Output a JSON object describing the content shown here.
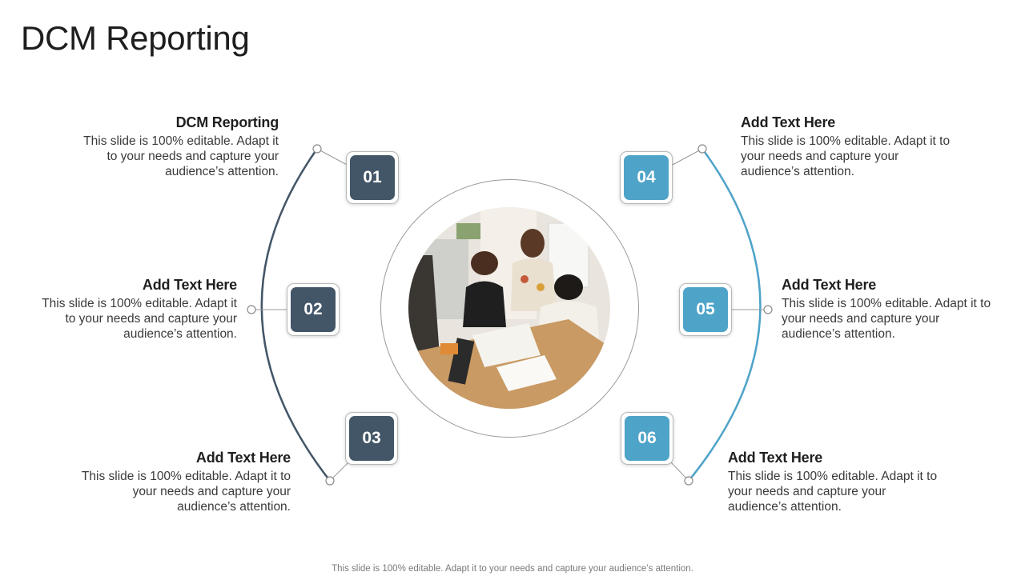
{
  "title": "DCM Reporting",
  "colors": {
    "dark": "#435668",
    "light": "#4ea3c8"
  },
  "items": [
    {
      "num": "01",
      "heading": "DCM Reporting",
      "body": "This slide is 100% editable. Adapt it to your needs and capture your audience’s attention."
    },
    {
      "num": "02",
      "heading": "Add Text Here",
      "body": "This slide is 100% editable. Adapt it to your needs and capture your audience’s attention."
    },
    {
      "num": "03",
      "heading": "Add Text Here",
      "body": "This slide is 100% editable. Adapt it to your needs and capture your audience’s attention."
    },
    {
      "num": "04",
      "heading": "Add Text Here",
      "body": "This slide is 100% editable. Adapt it to your needs and capture your audience’s attention."
    },
    {
      "num": "05",
      "heading": "Add Text Here",
      "body": "This slide is 100% editable. Adapt it to your needs and capture your audience’s attention."
    },
    {
      "num": "06",
      "heading": "Add Text Here",
      "body": "This slide is 100% editable. Adapt it to your needs and capture your audience’s attention."
    }
  ],
  "footer": "This slide is 100% editable. Adapt it to your needs and capture your audience’s attention."
}
